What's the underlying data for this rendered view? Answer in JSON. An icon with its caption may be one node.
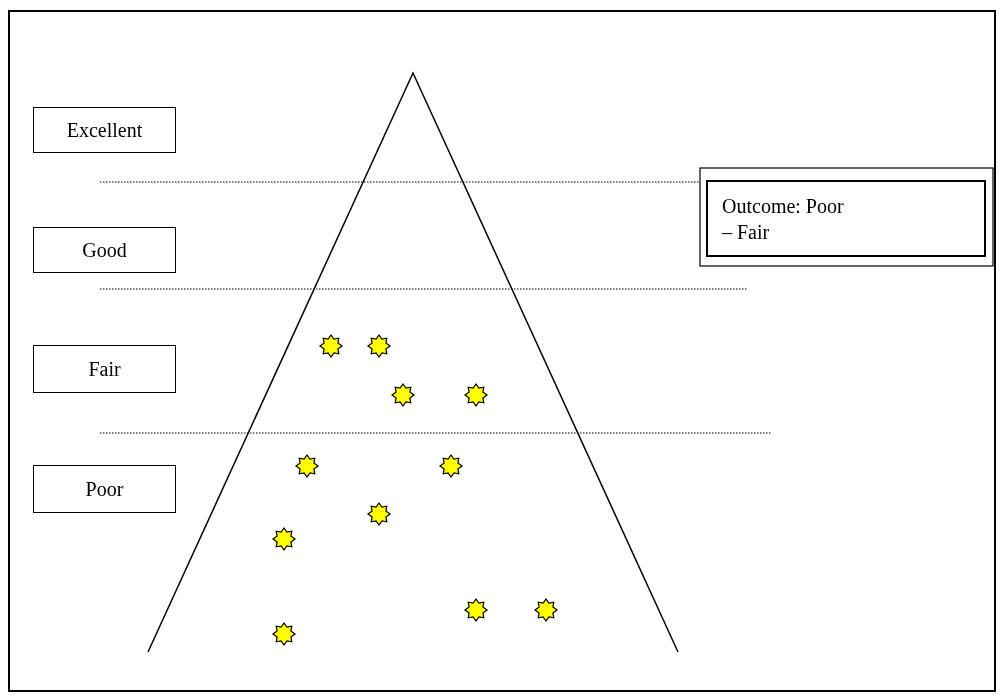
{
  "diagram": {
    "nodes": [
      {
        "text": [
          "Excellent"
        ]
      },
      {
        "text": [
          "Good"
        ]
      },
      {
        "text": [
          "Fair"
        ]
      },
      {
        "text": [
          "Poor"
        ]
      },
      {
        "text": [
          "Outcome: Poor – Fair"
        ]
      }
    ]
  }
}
